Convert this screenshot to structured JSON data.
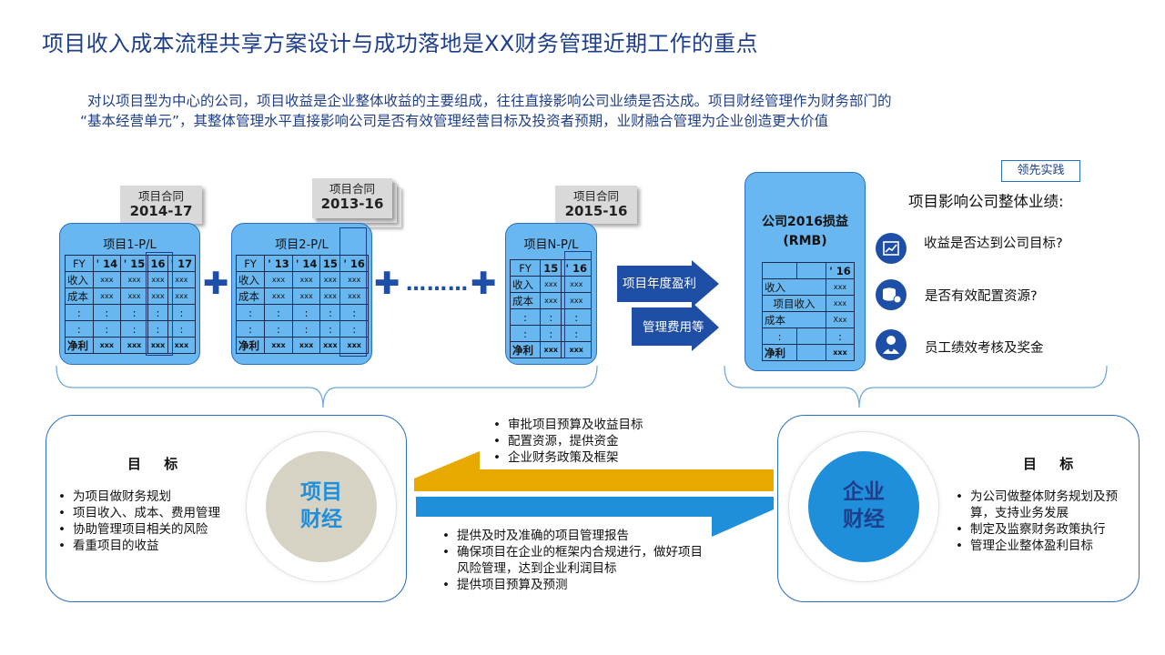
{
  "title": "项目收入成本流程共享方案设计与成功落地是XX财务管理近期工作的重点",
  "intro": {
    "line1": "对以项目型为中心的公司，项目收益是企业整体收益的主要组成，往往直接影响公司业绩是否达成。项目财经管理作为财务部门的",
    "line2": "“基本经营单元”，其整体管理水平直接影响公司是否有效管理经营目标及投资者预期，业财融合管理为企业创造更大价值"
  },
  "contracts": [
    {
      "label": "项目合同",
      "years": "2014-17"
    },
    {
      "label": "项目合同",
      "years": "2013-16"
    },
    {
      "label": "项目合同",
      "years": "2015-16"
    }
  ],
  "pl_cards": [
    {
      "title": "项目1-P/L",
      "header": [
        "FY",
        "' 14",
        "' 15",
        "16",
        "' 17"
      ],
      "rows": [
        [
          "收入",
          "xxx",
          "xxx",
          "xxx",
          "xxx"
        ],
        [
          "成本",
          "xxx",
          "xxx",
          "xxx",
          "xxx"
        ],
        [
          ":",
          ":",
          ":",
          ":",
          ":"
        ],
        [
          ":",
          ":",
          ":",
          ":",
          ":"
        ],
        [
          "净利",
          "xxx",
          "xxx",
          "xxx",
          "xxx"
        ]
      ]
    },
    {
      "title": "项目2-P/L",
      "header": [
        "FY",
        "' 13",
        "' 14",
        "15",
        "' 16"
      ],
      "rows": [
        [
          "收入",
          "xxx",
          "xxx",
          "xxx",
          "xxx"
        ],
        [
          "成本",
          "xxx",
          "xxx",
          "xxx",
          "xxx"
        ],
        [
          ":",
          ":",
          ":",
          ":",
          ":"
        ],
        [
          ":",
          ":",
          ":",
          ":",
          ":"
        ],
        [
          "净利",
          "xxx",
          "xxx",
          "xxx",
          "xxx"
        ]
      ]
    },
    {
      "title": "项目N-P/L",
      "header": [
        "FY",
        "15",
        "' 16"
      ],
      "rows": [
        [
          "收入",
          "xxx",
          "xxx"
        ],
        [
          "成本",
          "xxx",
          "xxx"
        ],
        [
          ":",
          ":",
          ":"
        ],
        [
          ":",
          ":",
          ":"
        ],
        [
          "净利",
          "xxx",
          "xxx"
        ]
      ]
    }
  ],
  "stack_mark": "z",
  "ellipsis": "………",
  "arrows": {
    "profit": "项目年度盈利",
    "expense": "管理费用等"
  },
  "corp_pl": {
    "title_line1": "公司2016损益",
    "title_line2": "(RMB)",
    "header": [
      "",
      "",
      "' 16"
    ],
    "rows": [
      [
        "收入",
        "",
        "xxx"
      ],
      [
        "项目收入",
        "",
        "xxx"
      ],
      [
        "成本",
        "",
        "Xxx"
      ],
      [
        ":",
        "",
        ":"
      ],
      [
        "净利",
        "",
        "xxx"
      ]
    ]
  },
  "badge": "领先实践",
  "impact": {
    "title": "项目影响公司整体业绩:",
    "items": [
      {
        "icon": "report-chart-icon",
        "text": "收益是否达到公司目标?"
      },
      {
        "icon": "coins-stack-icon",
        "text": "是否有效配置资源?"
      },
      {
        "icon": "employee-badge-icon",
        "text": "员工绩效考核及奖金"
      }
    ]
  },
  "left_panel": {
    "goal": "目 标",
    "bullets": [
      "为项目做财务规划",
      "项目收入、成本、费用管理",
      "协助管理项目相关的风险",
      "看重项目的收益"
    ],
    "disc_line1": "项目",
    "disc_line2": "财经"
  },
  "right_panel": {
    "goal": "目 标",
    "bullets": [
      "为公司做整体财务规划及预算，支持业务发展",
      "制定及监察财务政策执行",
      "管理企业整体盈利目标"
    ],
    "disc_line1": "企业",
    "disc_line2": "财经"
  },
  "flow_top": [
    "审批项目预算及收益目标",
    "配置资源，提供资金",
    "企业财务政策及框架"
  ],
  "flow_bottom": [
    "提供及时及准确的项目管理报告",
    "确保项目在企业的框架内合规进行，做好项目风险管理，达到企业利润目标",
    "提供项目预算及预测"
  ],
  "colors": {
    "title_blue": "#1e3f8c",
    "card_blue": "#69b7f0",
    "navy": "#1d4fa8",
    "gold": "#e8a900",
    "sky": "#1f8fdc",
    "disc_left": "#d6d2c4"
  }
}
